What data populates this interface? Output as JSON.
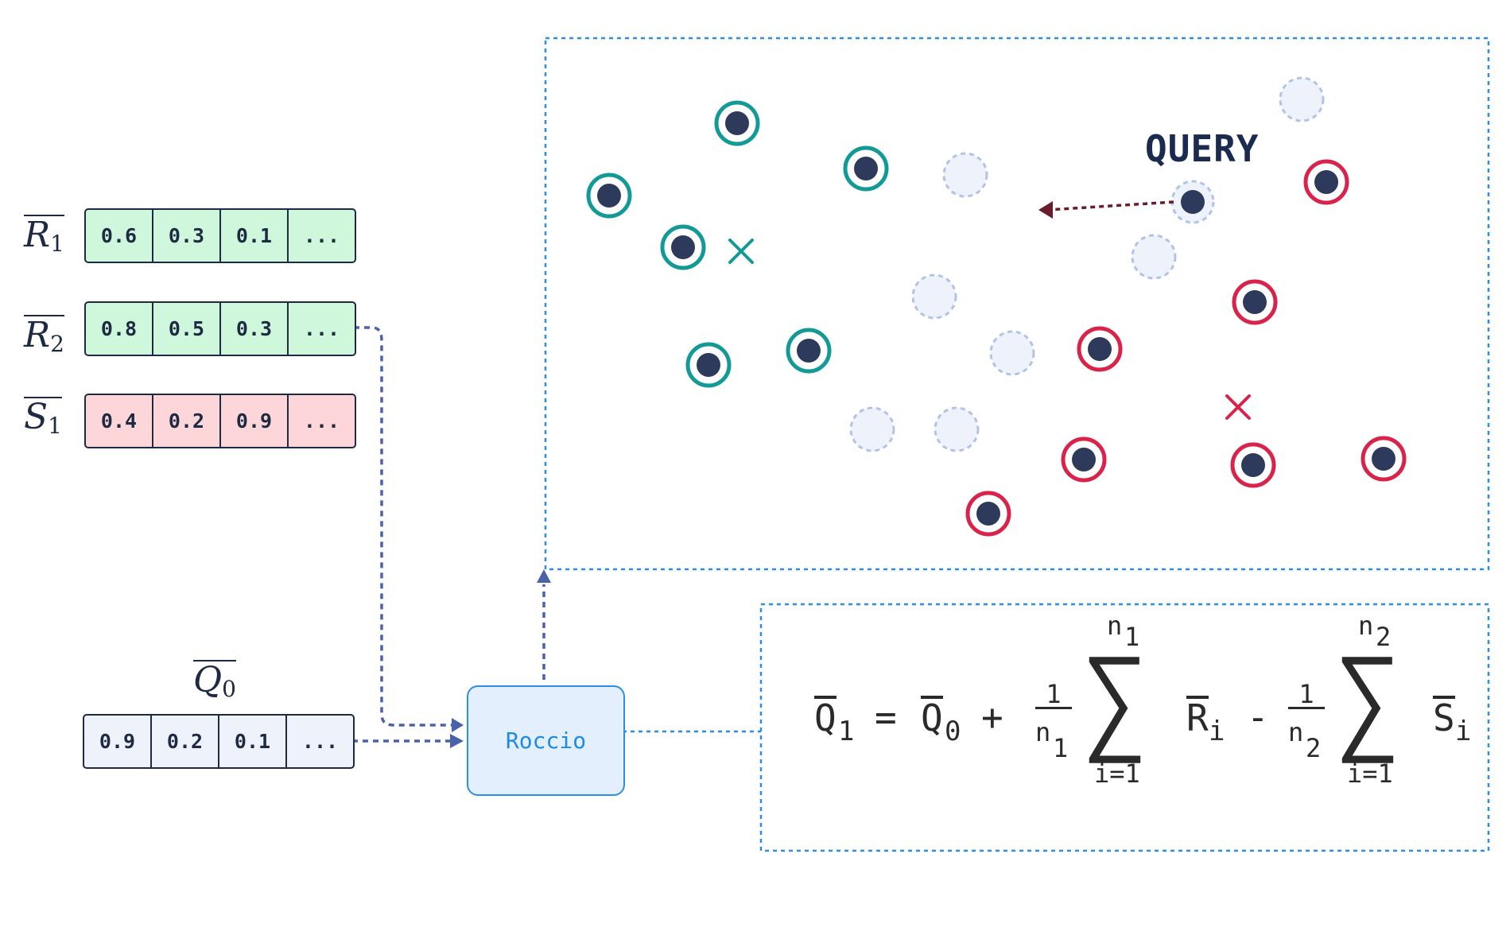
{
  "vectors": {
    "r1": {
      "label_base": "R",
      "label_sub": "1",
      "cells": [
        "0.6",
        "0.3",
        "0.1",
        "..."
      ],
      "color": "#cff7dc"
    },
    "r2": {
      "label_base": "R",
      "label_sub": "2",
      "cells": [
        "0.8",
        "0.5",
        "0.3",
        "..."
      ],
      "color": "#cff7dc"
    },
    "s1": {
      "label_base": "S",
      "label_sub": "1",
      "cells": [
        "0.4",
        "0.2",
        "0.9",
        "..."
      ],
      "color": "#fcd6d8"
    },
    "q0": {
      "label_base": "Q",
      "label_sub": "0",
      "cells": [
        "0.9",
        "0.2",
        "0.1",
        "..."
      ],
      "color": "#eef3fb"
    }
  },
  "roccio_box": {
    "label": "Roccio"
  },
  "scatter": {
    "query_label": "QUERY",
    "relevant_color": "#139a97",
    "nonrelevant_color": "#d9234a",
    "point_fill": "#2e3a5c",
    "faded_color": "#b3c3e6",
    "arrow_color": "#6b1c2c"
  },
  "formula": {
    "lhs": "Q",
    "lhs_sub": "1",
    "eq": "=",
    "q0": "Q",
    "q0_sub": "0",
    "plus": "+",
    "frac1_num": "1",
    "frac1_den": "n",
    "frac1_den_sub": "1",
    "sum1_top": "n",
    "sum1_top_sub": "1",
    "sum1_bottom": "i=1",
    "r_term": "R",
    "r_sub": "i",
    "minus": "-",
    "frac2_num": "1",
    "frac2_den": "n",
    "frac2_den_sub": "2",
    "sum2_top": "n",
    "sum2_top_sub": "2",
    "sum2_bottom": "i=1",
    "s_term": "S",
    "s_sub": "i"
  },
  "colors": {
    "accent": "#2c8ee6",
    "connector": "#4a62a8",
    "text": "#1e2a44"
  }
}
